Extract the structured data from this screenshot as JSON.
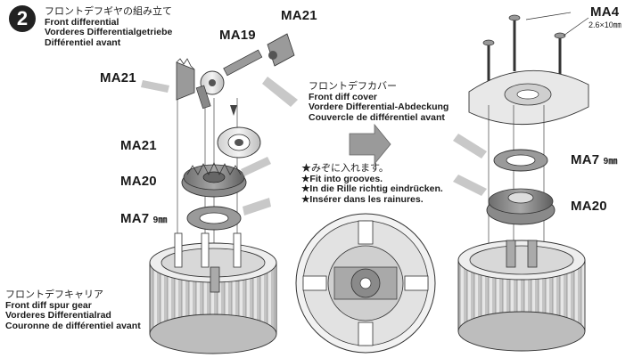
{
  "step": {
    "number": "2"
  },
  "title": {
    "jp": "フロントデフギヤの組み立て",
    "en": "Front differential",
    "de": "Vorderes Differentialgetriebe",
    "fr": "Différentiel avant"
  },
  "parts": {
    "ma21_top": "MA21",
    "ma19": "MA19",
    "ma21_left": "MA21",
    "ma21_mid": "MA21",
    "ma20_left": "MA20",
    "ma7_left": "MA7",
    "ma7_left_size": "9㎜",
    "ma4": "MA4",
    "ma4_size": "2.6×10㎜",
    "ma7_right": "MA7",
    "ma7_right_size": "9㎜",
    "ma20_right": "MA20"
  },
  "cover_label": {
    "jp": "フロントデフカバー",
    "en": "Front diff cover",
    "de": "Vordere Differential-Abdeckung",
    "fr": "Couvercle de différentiel avant"
  },
  "note": {
    "jp": "★みぞに入れます。",
    "en": "★Fit into grooves.",
    "de": "★In die Rille richtig eindrücken.",
    "fr": "★Insérer dans les rainures."
  },
  "carrier_label": {
    "jp": "フロントデフキャリア",
    "en": "Front diff spur gear",
    "de": "Vorderes Differentialrad",
    "fr": "Couronne de différentiel avant"
  }
}
